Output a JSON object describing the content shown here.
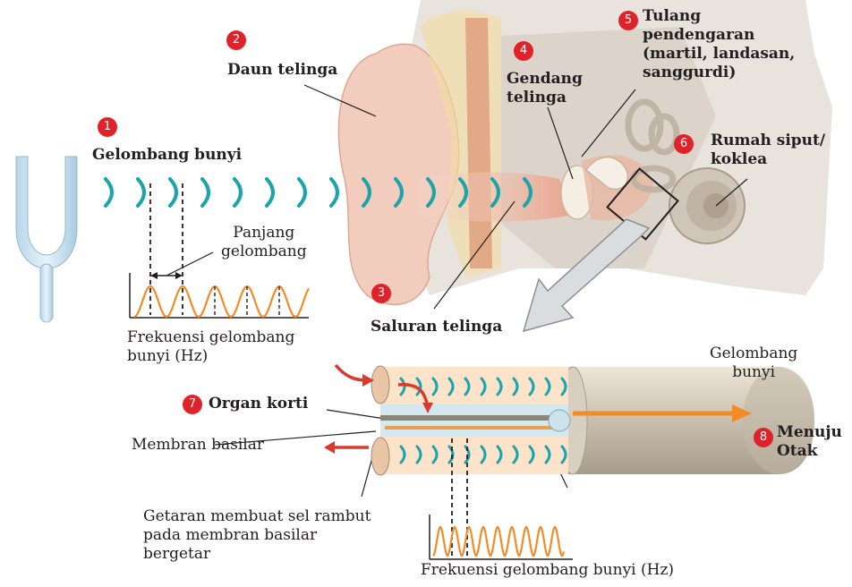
{
  "labels": {
    "sound_wave": "Gelombang bunyi",
    "pinna": "Daun telinga",
    "ear_canal": "Saluran telinga",
    "eardrum": [
      "Gendang",
      "telinga"
    ],
    "ossicles": [
      "Tulang",
      "pendengaran",
      "(martil, landasan,",
      "sanggurdi)"
    ],
    "cochlea": [
      "Rumah siput/",
      "koklea"
    ],
    "wavelength": [
      "Panjang",
      "gelombang"
    ],
    "frequency_top": [
      "Frekuensi gelombang",
      "bunyi (Hz)"
    ],
    "organ_of_corti": "Organ korti",
    "basilar_membrane": "Membran basilar",
    "sound_wave_tube": [
      "Gelombang",
      "bunyi"
    ],
    "to_brain": [
      "Menuju",
      "Otak"
    ],
    "vibration_note": [
      "Getaran membuat sel rambut",
      "pada membran basilar",
      "bergetar"
    ],
    "frequency_bottom": "Frekuensi gelombang bunyi (Hz)"
  },
  "badges": [
    "1",
    "2",
    "3",
    "4",
    "5",
    "6",
    "7",
    "8"
  ],
  "colors": {
    "badge": "#e0232a",
    "wave": "#1fa3a8",
    "freq_curve": "#f28c28",
    "skin": "#f2cdbd",
    "bone": "#d9d3cc",
    "arrow_to_brain": "#f28c28",
    "fluid_arrow": "#d93a2b"
  }
}
